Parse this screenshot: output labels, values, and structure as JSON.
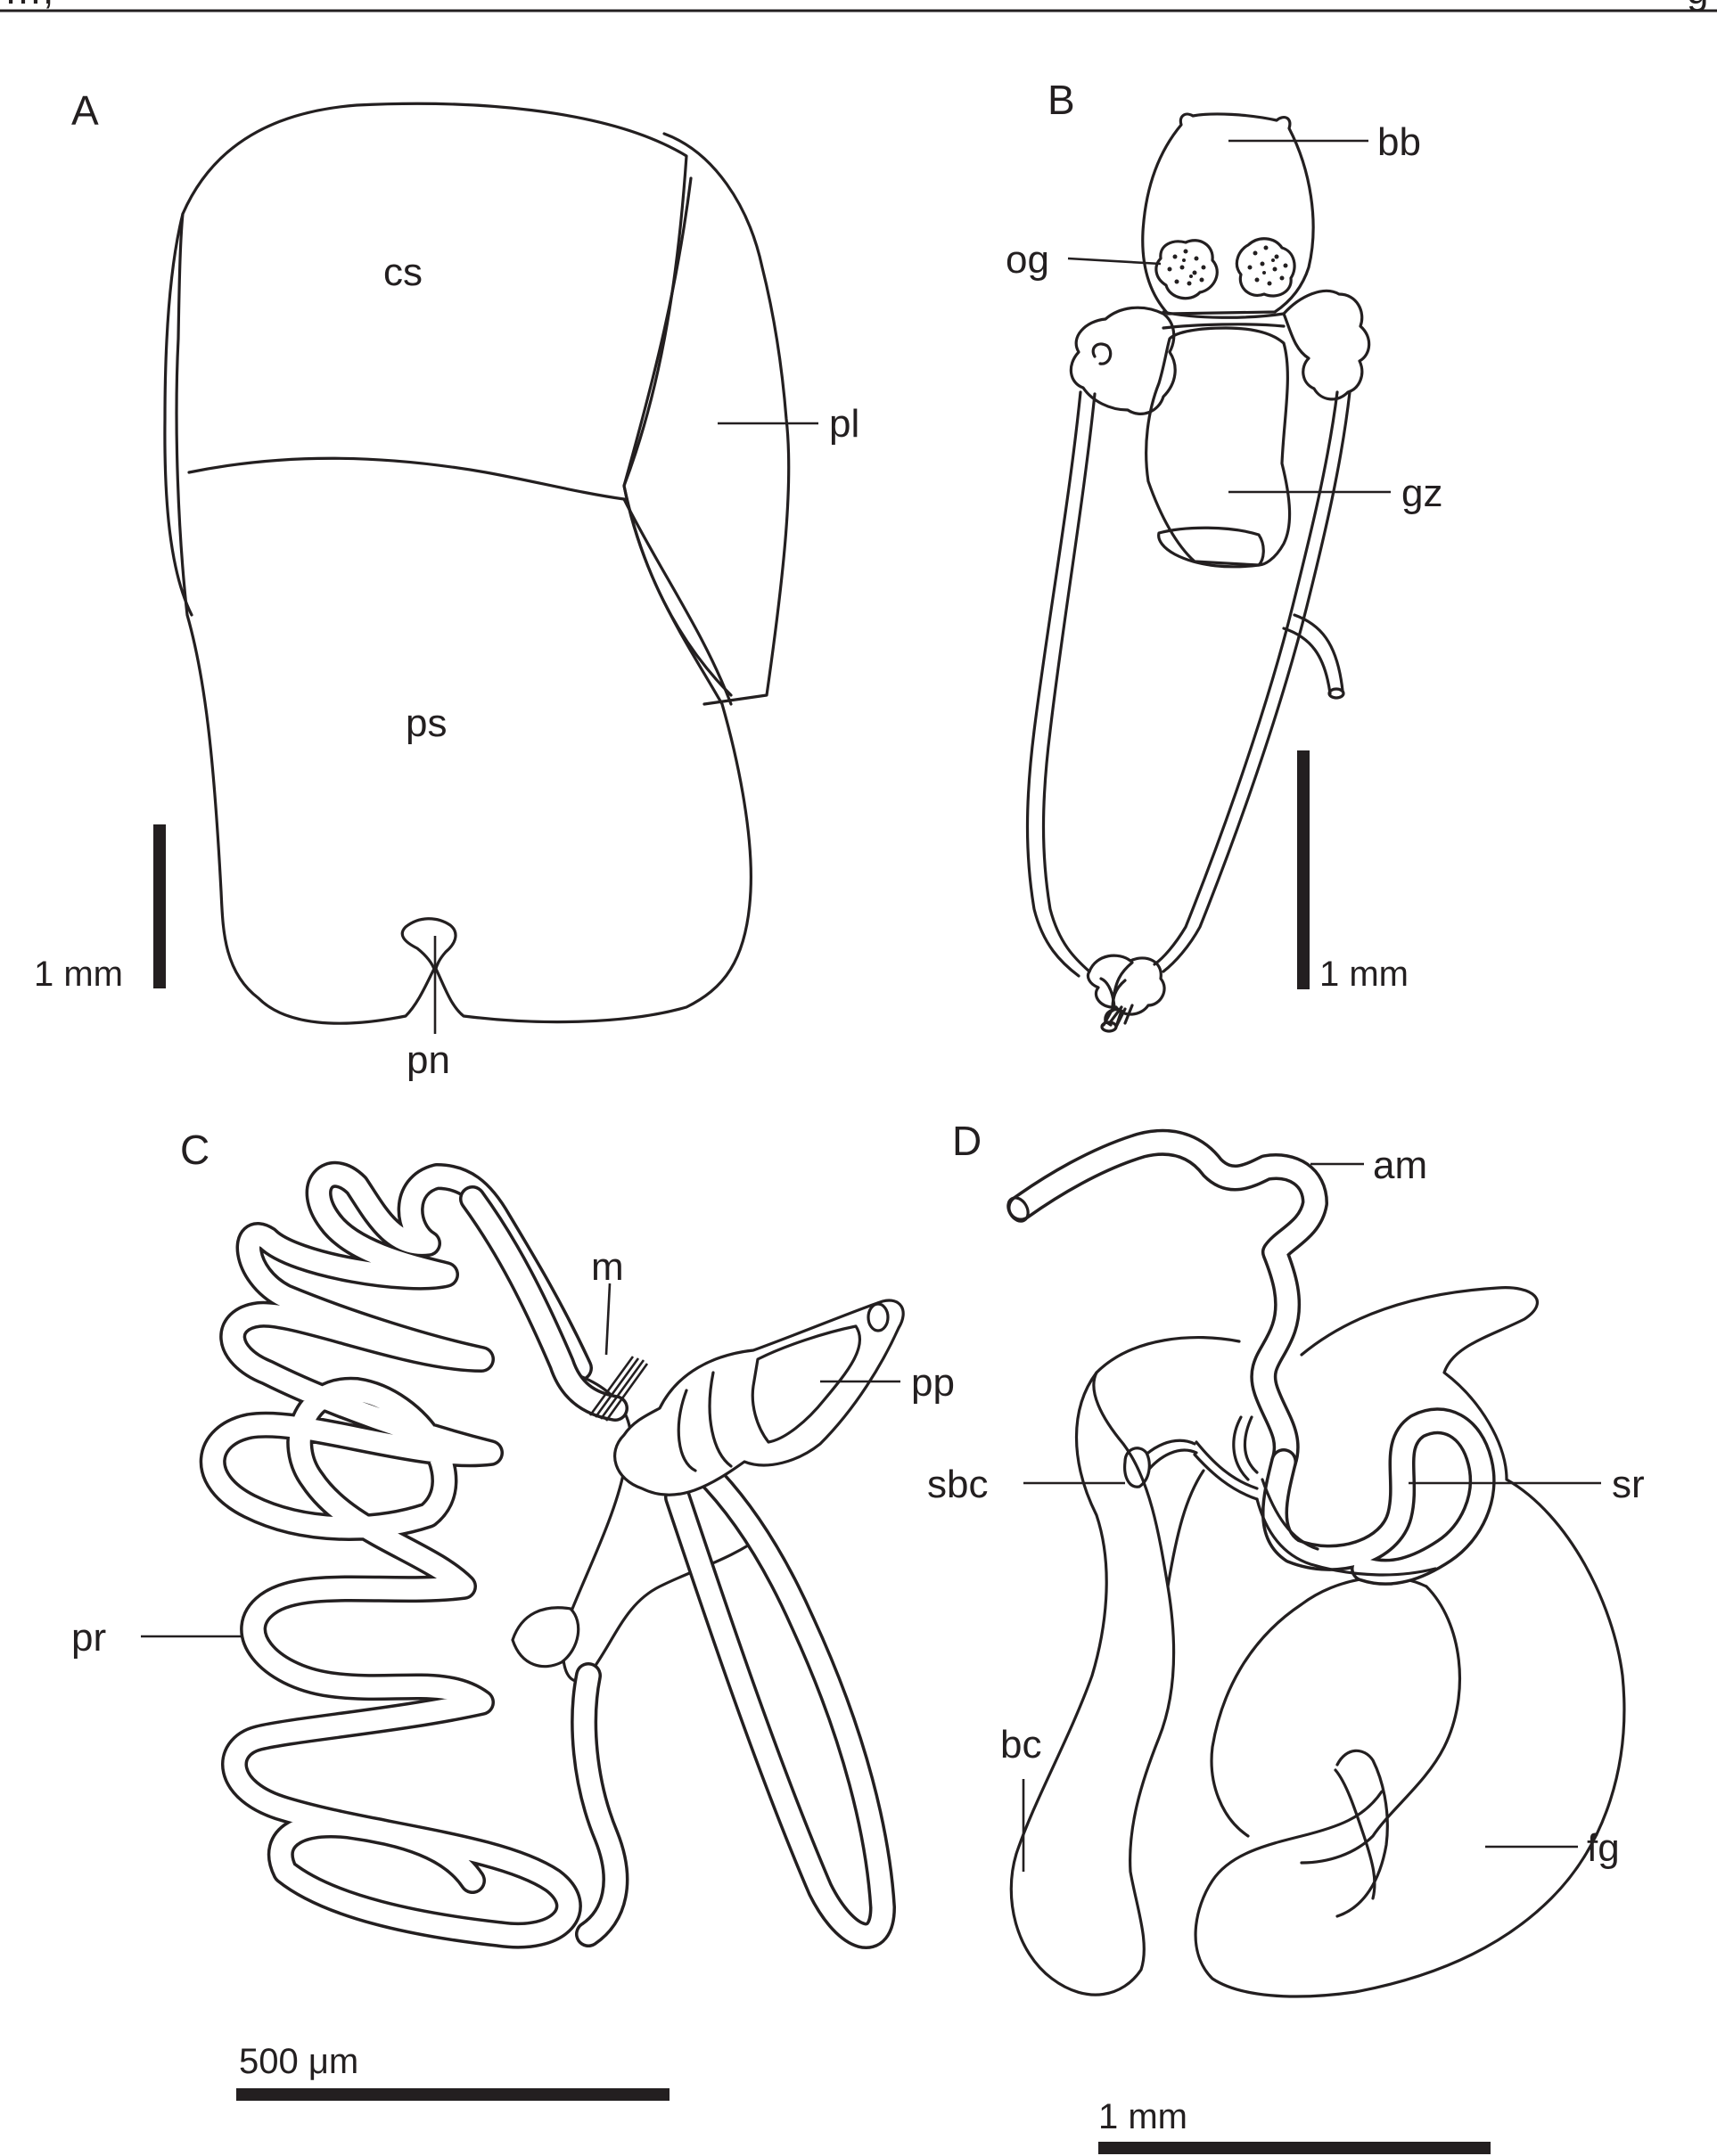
{
  "header": {
    "left_fragment": "…, ",
    "right_fragment": "g"
  },
  "panels": {
    "A": {
      "letter": "A",
      "labels": {
        "cs": "cs",
        "pl": "pl",
        "ps": "ps",
        "pn": "pn"
      },
      "scale": "1 mm"
    },
    "B": {
      "letter": "B",
      "labels": {
        "bb": "bb",
        "og": "og",
        "gz": "gz"
      },
      "scale": "1 mm"
    },
    "C": {
      "letter": "C",
      "labels": {
        "m": "m",
        "pp": "pp",
        "pr": "pr"
      },
      "scale": "500 μm"
    },
    "D": {
      "letter": "D",
      "labels": {
        "am": "am",
        "sbc": "sbc",
        "sr": "sr",
        "bc": "bc",
        "fg": "fg"
      },
      "scale": "1 mm"
    }
  },
  "colors": {
    "ink": "#231f20",
    "paper": "#ffffff"
  }
}
